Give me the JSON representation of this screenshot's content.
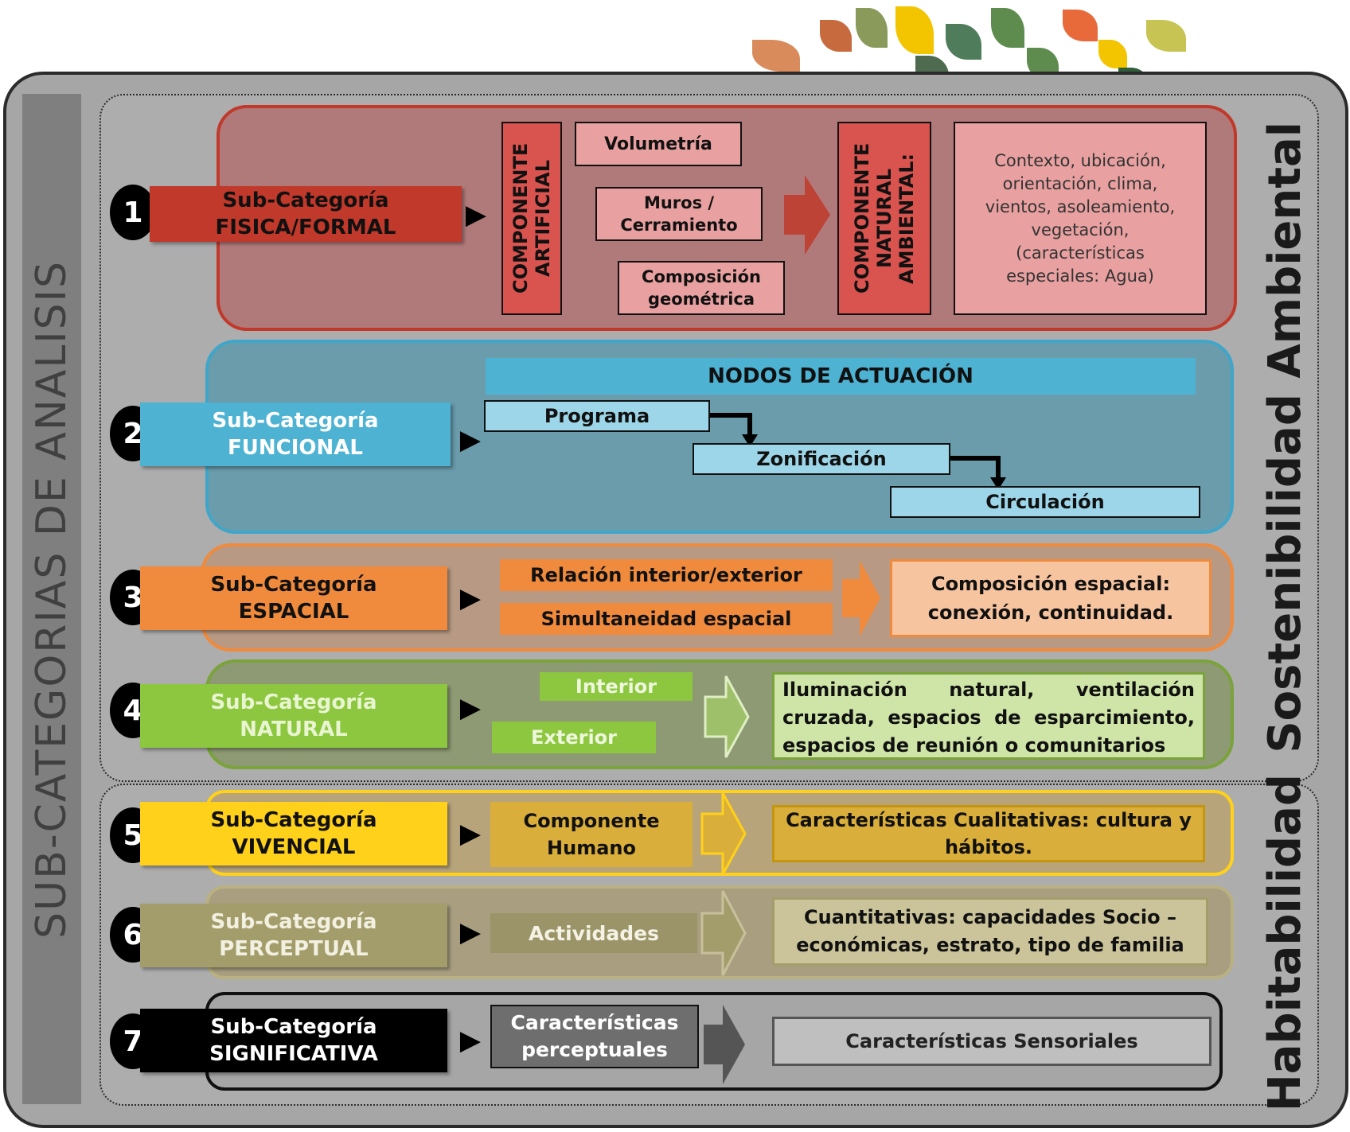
{
  "left_title": "SUB-CATEGORIAS  DE  ANALISIS",
  "side_titles": {
    "top": "Sostenibilidad Ambiental",
    "bottom": "Habitabilidad"
  },
  "colors": {
    "fisica": "#c0392b",
    "funcional": "#4eb3d3",
    "espacial": "#f08a3c",
    "natural": "#8dc63f",
    "vivencial": "#ffd11a",
    "perceptual": "#a39d6b",
    "significativa": "#000000"
  },
  "rows": {
    "r1": {
      "number": "1",
      "cat_line1": "Sub-Categoría",
      "cat_line2": "FISICA/FORMAL",
      "componente_artificial": "COMPONENTE ARTIFICIAL",
      "boxes": [
        "Volumetría",
        "Muros / Cerramiento",
        "Composición geométrica"
      ],
      "componente_natural": "COMPONENTE NATURAL AMBIENTAL:",
      "context_text": "Contexto, ubicación, orientación, clima, vientos, asoleamiento, vegetación, (características especiales: Agua)"
    },
    "r2": {
      "number": "2",
      "cat_line1": "Sub-Categoría",
      "cat_line2": "FUNCIONAL",
      "nodos": "NODOS DE ACTUACIÓN",
      "steps": [
        "Programa",
        "Zonificación",
        "Circulación"
      ]
    },
    "r3": {
      "number": "3",
      "cat_line1": "Sub-Categoría",
      "cat_line2": "ESPACIAL",
      "items": [
        "Relación interior/exterior",
        "Simultaneidad espacial"
      ],
      "result": "Composición espacial: conexión, continuidad."
    },
    "r4": {
      "number": "4",
      "cat_line1": "Sub-Categoría",
      "cat_line2": "NATURAL",
      "items": [
        "Interior",
        "Exterior"
      ],
      "result": "Iluminación natural, ventilación cruzada, espacios de esparcimiento, espacios de reunión o comunitarios"
    },
    "r5": {
      "number": "5",
      "cat_line1": "Sub-Categoría",
      "cat_line2": "VIVENCIAL",
      "item": "Componente Humano",
      "result": "Características Cualitativas: cultura y hábitos."
    },
    "r6": {
      "number": "6",
      "cat_line1": "Sub-Categoría",
      "cat_line2": "PERCEPTUAL",
      "item": "Actividades",
      "result": "Cuantitativas: capacidades Socio – económicas, estrato, tipo de familia"
    },
    "r7": {
      "number": "7",
      "cat_line1": "Sub-Categoría",
      "cat_line2": "SIGNIFICATIVA",
      "item": "Características perceptuales",
      "result": "Características Sensoriales"
    }
  }
}
